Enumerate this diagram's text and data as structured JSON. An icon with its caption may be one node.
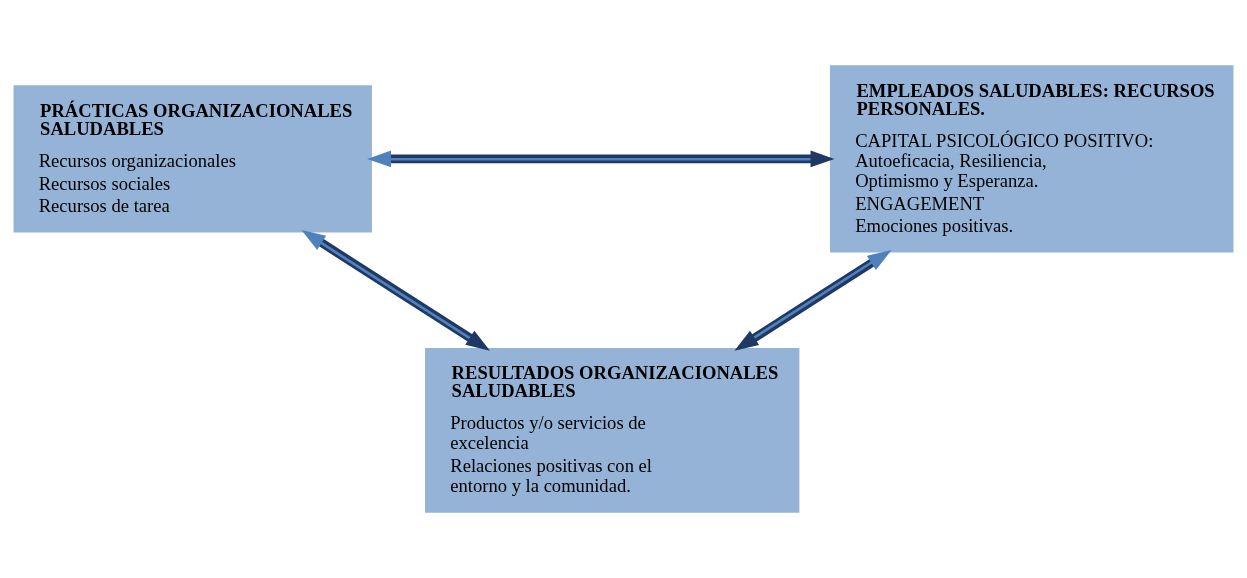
{
  "diagram": {
    "nodes": [
      {
        "text": [
          "PRÁCTICAS ORGANIZACIONALES SALUDABLES",
          "Recursos organizacionales",
          "Recursos sociales",
          "Recursos de tarea"
        ]
      },
      {
        "text": [
          "EMPLEADOS SALUDABLES: RECURSOS PERSONALES.",
          "CAPITAL PSICOLÓGICO POSITIVO: Autoeficacia, Resiliencia, Optimismo y Esperanza.",
          "ENGAGEMENT",
          "Emociones positivas."
        ]
      },
      {
        "text": [
          "RESULTADOS ORGANIZACIONALES SALUDABLES",
          "Productos y/o servicios de excelencia",
          "Relaciones positivas con el entorno y la comunidad."
        ]
      }
    ],
    "edges": [
      {
        "from": 0,
        "to": 1,
        "arrow": "both"
      },
      {
        "from": 0,
        "to": 2,
        "arrow": "both"
      },
      {
        "from": 1,
        "to": 2,
        "arrow": "both"
      }
    ]
  }
}
